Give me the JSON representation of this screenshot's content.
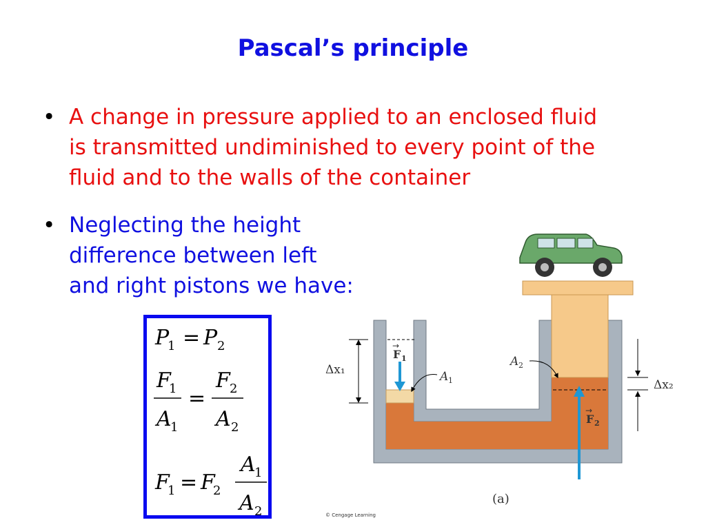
{
  "title": "Pascal’s principle",
  "bullets": [
    {
      "marker": "•",
      "lines": [
        "A change in pressure applied to an enclosed fluid",
        "is transmitted undiminished to every point of the",
        "fluid and to the walls of the container"
      ]
    },
    {
      "marker": "•",
      "lines": [
        "Neglecting the height",
        "difference between left",
        "and right pistons we have:"
      ]
    }
  ],
  "equations": {
    "eq1": {
      "P": "P",
      "sub1": "1",
      "eq": "=",
      "sub2": "2"
    },
    "eq2": {
      "F": "F",
      "A": "A",
      "sub1": "1",
      "sub2": "2",
      "eq": "="
    },
    "eq3": {
      "F": "F",
      "A": "A",
      "sub1": "1",
      "sub2": "2",
      "eq": "="
    }
  },
  "figure": {
    "dx1": "Δx₁",
    "dx2": "Δx₂",
    "F1": "F",
    "F1_sub": "1",
    "F2": "F",
    "F2_sub": "2",
    "A1": "A",
    "A1_sub": "1",
    "A2": "A",
    "A2_sub": "2",
    "caption": "(a)",
    "credit": "© Cengage Learning",
    "colors": {
      "wall": "#a9b3bd",
      "fluid": "#d9783a",
      "piston_small": "#f3d9a6",
      "piston_large": "#f6c98a",
      "arrow": "#1f97d4",
      "car": "#6aa86a"
    }
  }
}
